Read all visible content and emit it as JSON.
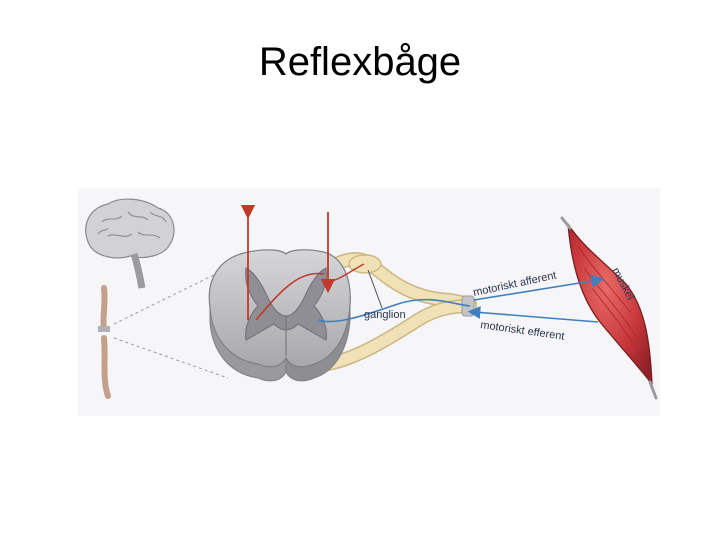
{
  "title": "Reflexbåge",
  "figure": {
    "labels": {
      "ganglion": "ganglion",
      "afferent": "motoriskt afferent",
      "efferent": "motoriskt efferent",
      "muscle": "muskel"
    }
  },
  "colors": {
    "nerve": "#f0e2b6",
    "nerve_outline": "#cbb784",
    "spinal_cord": "#c9c9cb",
    "muscle": "#c8373a",
    "signal_red": "#c0392b",
    "signal_blue": "#3f7fc0",
    "brain": "#cfcfd2"
  }
}
